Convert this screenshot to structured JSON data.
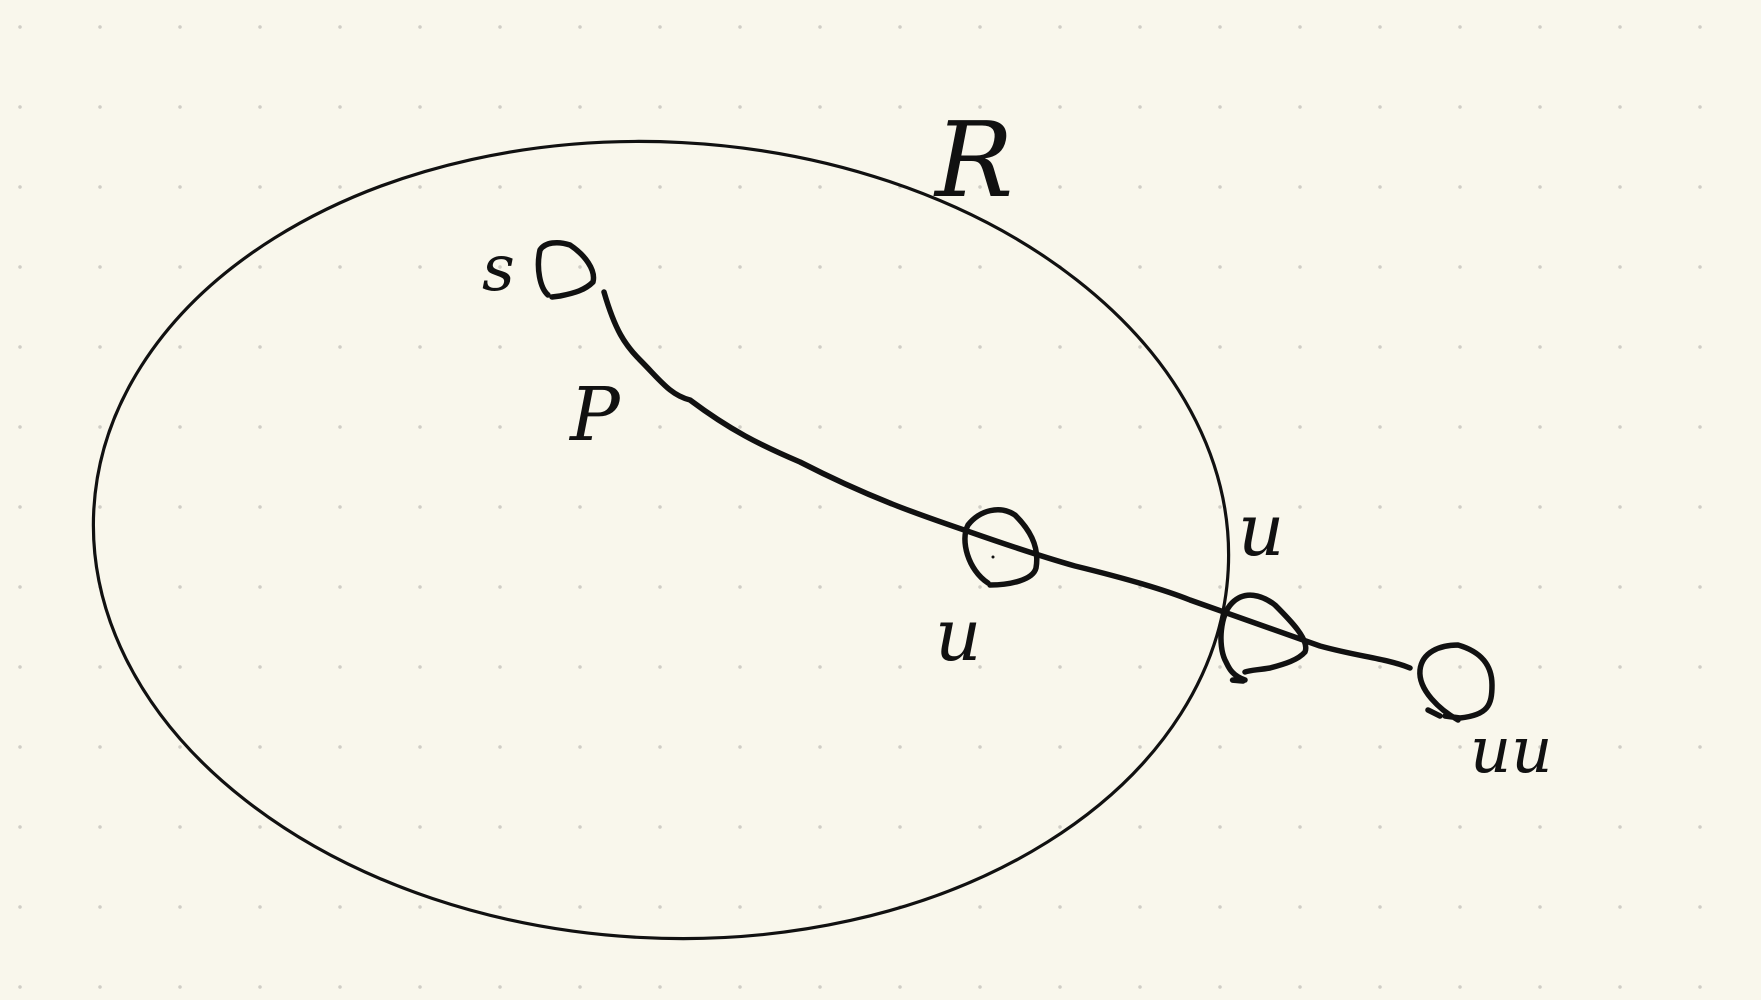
{
  "diagram": {
    "region_label": "R",
    "path_label": "P",
    "nodes": [
      {
        "id": "s",
        "label": "s"
      },
      {
        "id": "u1",
        "label": "u"
      },
      {
        "id": "u2",
        "label": "u"
      },
      {
        "id": "u3",
        "label": "uu"
      }
    ],
    "colors": {
      "background": "#f9f7ec",
      "ink": "#111111",
      "grid_dots": "#d0cec6"
    }
  }
}
